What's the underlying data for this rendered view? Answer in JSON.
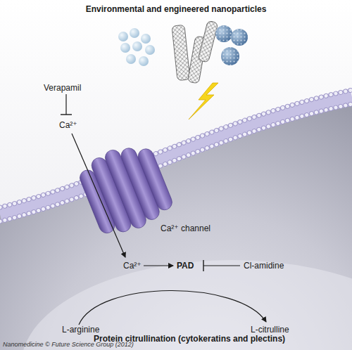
{
  "diagram": {
    "title": "Environmental and engineered nanoparticles",
    "nodes": [
      {
        "text": [
          "Ca²⁺ channel"
        ]
      }
    ],
    "labels": [
      "Verapamil",
      "Ca²⁺",
      "Ca²⁺",
      "PAD",
      "Cl-amidine",
      "L-arginine",
      "L-citrulline",
      "Protein citrullination (cytokeratins and plectins)",
      "Nanomedicine © Future Science Group (2012)"
    ]
  }
}
